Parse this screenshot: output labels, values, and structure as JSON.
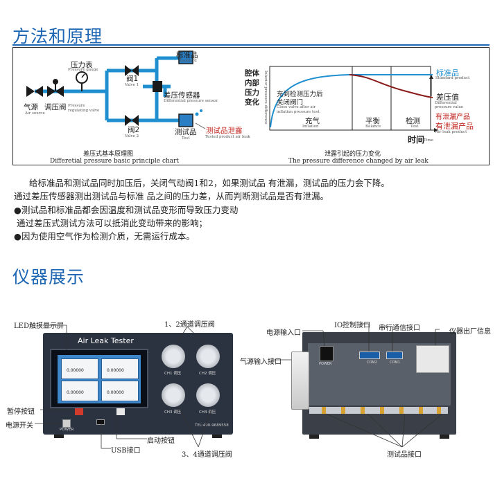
{
  "section1": {
    "title": "方法和原理"
  },
  "left_diagram": {
    "air_source": {
      "cn": "气源",
      "en": "Air source"
    },
    "regulator": {
      "cn": "调压阀",
      "en": "Pressure regulating valve"
    },
    "gauge": {
      "cn": "压力表",
      "en": "Pressure gauge"
    },
    "valve1": {
      "cn": "阀1",
      "en": "Valve 1"
    },
    "valve2": {
      "cn": "阀2",
      "en": "Valve 2"
    },
    "standard": {
      "cn": "标准品",
      "en": "Standard"
    },
    "sensor": {
      "cn": "差压传感器",
      "en": "Differential pressure sensor"
    },
    "test": {
      "cn": "测试品",
      "en": "Test"
    },
    "leak": {
      "cn": "测试品泄露",
      "en": "Tested product air leak"
    },
    "caption_cn": "差压式基本原理图",
    "caption_en": "Differetial pressure basic principle chart"
  },
  "right_chart": {
    "ylabel_cn": [
      "腔体",
      "内部",
      "压力",
      "变化"
    ],
    "ylabel_en": "Interior pressure difference",
    "note_cn": [
      "充到检测压力后",
      "关闭阀门"
    ],
    "note_en": [
      "Close valve after air",
      "inflation pressure test"
    ],
    "phase_inflation": {
      "cn": "充气",
      "en": "Inflation"
    },
    "phase_balance": {
      "cn": "平衡",
      "en": "Balance"
    },
    "phase_test": {
      "cn": "检测",
      "en": "Test"
    },
    "time": {
      "cn": "时间",
      "en": "Time"
    },
    "standard": {
      "cn": "标准品",
      "en": "Standard product"
    },
    "diff": {
      "cn": "差压值",
      "en": "Differential pressure value"
    },
    "leak": {
      "cn": "有泄漏产品",
      "en": "Air leak product"
    },
    "caption_cn": "泄露引起的压力变化",
    "caption_en": "The pressure difference changed by air leak"
  },
  "paragraphs": {
    "p1": "给标准品和测试品同时加压后，关闭气动阀1和2，如果测试品 有泄漏，测试品的压力会下降。",
    "p2": "通过差压传感器测出测试品与标准 品之间的压力差，从而判断测试品是否有泄漏。",
    "b1": "●测试品和标准品都会因温度和测试品变形而导致压力变动",
    "b1b": "通过差压式测试方法可以抵消此变动带来的影响；",
    "b2": "●因为使用空气作为检测介质，无需运行成本。"
  },
  "section2": {
    "title": "仪器展示"
  },
  "front_panel": {
    "brand": "Air Leak Tester",
    "screen_value": "0.00000",
    "ch1": "CH1 调压",
    "ch2": "CH2 调压",
    "ch3": "CH3 调压",
    "ch4": "CH4 调压",
    "power": "POWER",
    "phone": "TEL:400-9689558",
    "callouts": {
      "led": "LED触摸显示屏",
      "reg12": "1、2通道调压阀",
      "pause": "暂停按钮",
      "power": "电源开关",
      "start": "启动按钮",
      "usb": "USB接口",
      "reg34": "3、4通道调压阀"
    }
  },
  "back_panel": {
    "power_label": "POWER",
    "com2": "COM2",
    "com1": "COM1",
    "callouts": {
      "power_in": "电源输入口",
      "io": "IO控制接口",
      "serial": "串行通信接口",
      "nameplate": "仪器出厂信息",
      "air_in": "气源输入接口",
      "test_ports": "测试品接口"
    }
  },
  "colors": {
    "accent": "#1d66b3",
    "pipe": "#1f8fd0",
    "leak_red": "#c0231b",
    "dark_red": "#8b1a1a"
  }
}
